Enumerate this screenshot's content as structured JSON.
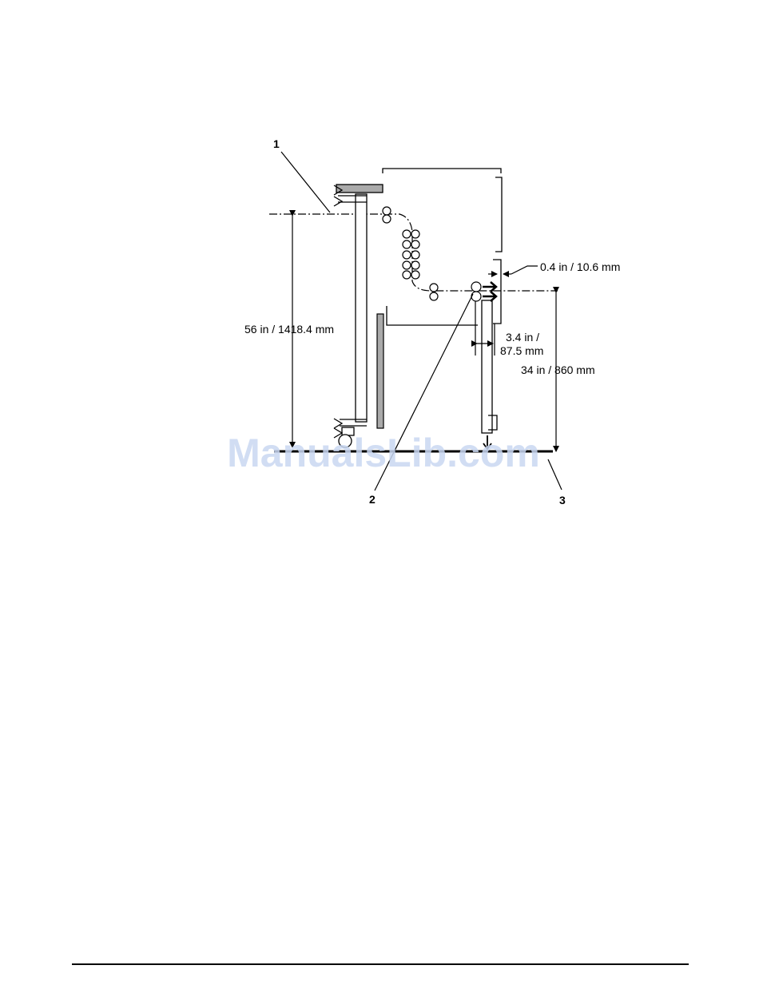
{
  "diagram": {
    "callouts": {
      "c1": "1",
      "c2": "2",
      "c3": "3"
    },
    "dimensions": {
      "gap": "0.4 in / 10.6 mm",
      "left_height": "56 in / 1418.4 mm",
      "offset_line1": "3.4 in /",
      "offset_line2": "87.5 mm",
      "right_height": "34 in / 860 mm"
    }
  },
  "watermark": "ManualsLib.com"
}
